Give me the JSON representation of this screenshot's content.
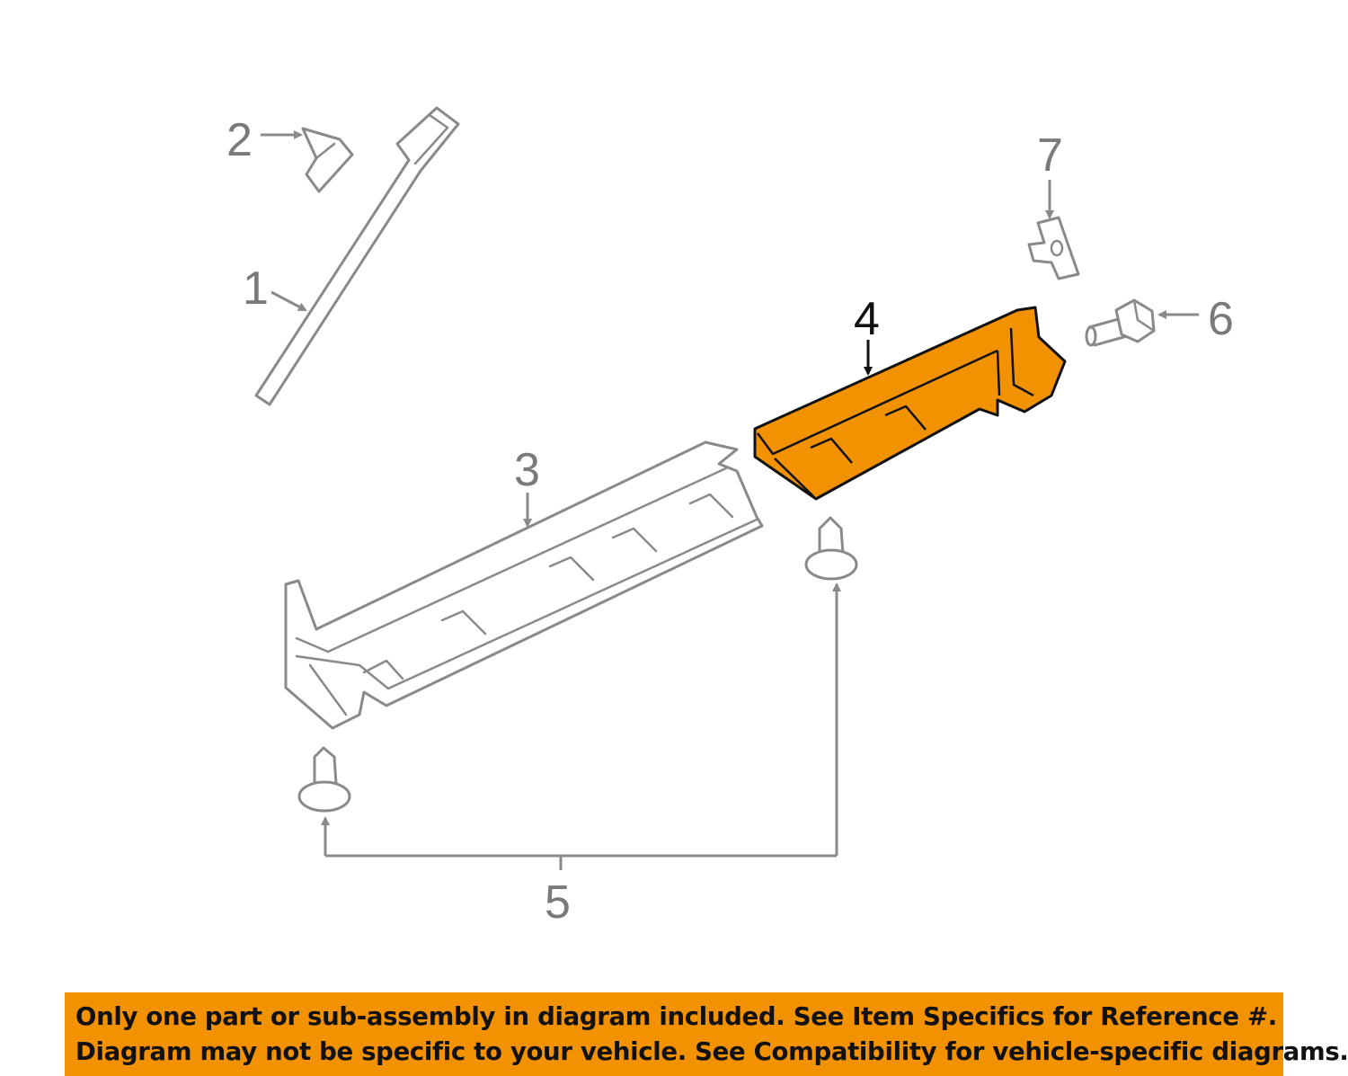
{
  "callouts": {
    "c1": "1",
    "c2": "2",
    "c3": "3",
    "c4": "4",
    "c5": "5",
    "c6": "6",
    "c7": "7"
  },
  "highlighted_part": "4",
  "colors": {
    "highlight": "#f39200",
    "outline": "#8a8a8a",
    "banner": "#f39200"
  },
  "notice": {
    "line1": "Only one part or sub-assembly in diagram included. See Item Specifics for Reference #.",
    "line2": "Diagram may not be specific to your vehicle. See Compatibility for vehicle-specific diagrams."
  }
}
